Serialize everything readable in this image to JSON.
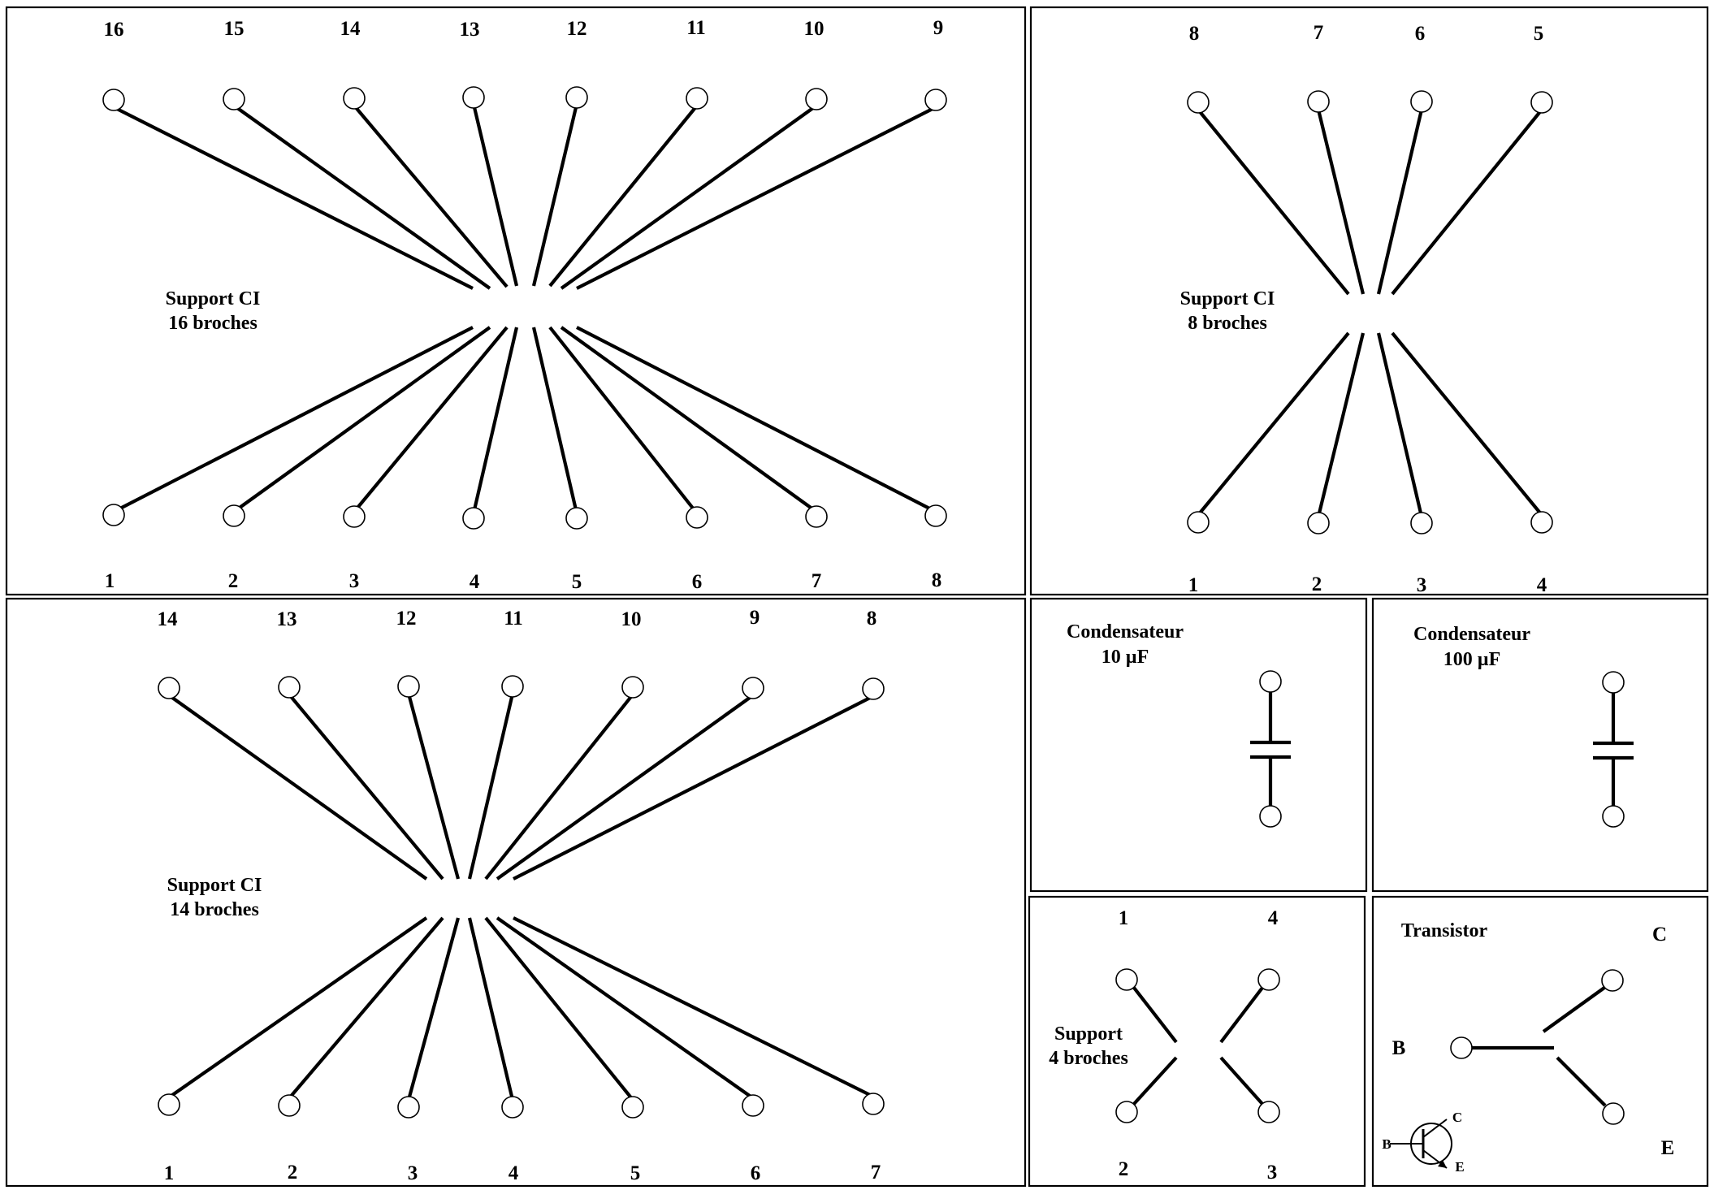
{
  "support16": {
    "title1": "Support CI",
    "title2": "16 broches",
    "top_pins": [
      "16",
      "15",
      "14",
      "13",
      "12",
      "11",
      "10",
      "9"
    ],
    "bottom_pins": [
      "1",
      "2",
      "3",
      "4",
      "5",
      "6",
      "7",
      "8"
    ]
  },
  "support8": {
    "title1": "Support CI",
    "title2": "8 broches",
    "top_pins": [
      "8",
      "7",
      "6",
      "5"
    ],
    "bottom_pins": [
      "1",
      "2",
      "3",
      "4"
    ]
  },
  "support14": {
    "title1": "Support CI",
    "title2": "14 broches",
    "top_pins": [
      "14",
      "13",
      "12",
      "11",
      "10",
      "9",
      "8"
    ],
    "bottom_pins": [
      "1",
      "2",
      "3",
      "4",
      "5",
      "6",
      "7"
    ]
  },
  "cap10": {
    "title1": "Condensateur",
    "title2": "10 µF"
  },
  "cap100": {
    "title1": "Condensateur",
    "title2": "100 µF"
  },
  "support4": {
    "title1": "Support",
    "title2": "4 broches",
    "pins": [
      "1",
      "4",
      "2",
      "3"
    ]
  },
  "transistor": {
    "title": "Transistor",
    "pin_b": "B",
    "pin_c": "C",
    "pin_e": "E",
    "symbol_b": "B",
    "symbol_c": "C",
    "symbol_e": "E"
  }
}
